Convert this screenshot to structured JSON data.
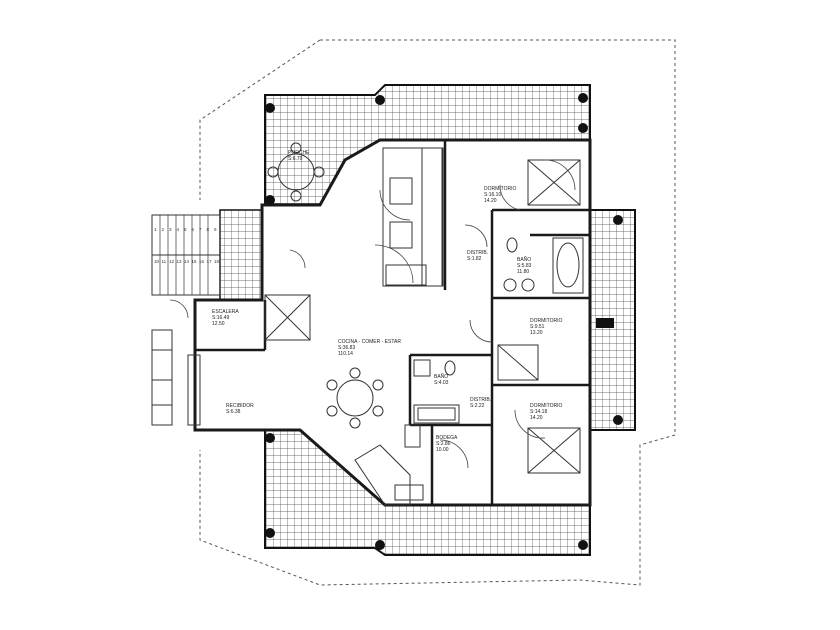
{
  "rooms": {
    "porche": {
      "name": "PORCHE",
      "area": "S:6.70"
    },
    "dormitorio1": {
      "name": "DORMITORIO",
      "area": "S:16.10",
      "perimeter": "14.20"
    },
    "distrib1": {
      "name": "DISTRIB.",
      "area": "S:1.82"
    },
    "bano1": {
      "name": "BAÑO",
      "area": "S:5.83",
      "perimeter": "11.80"
    },
    "escalera": {
      "name": "ESCALERA",
      "area": "S:16.49",
      "perimeter": "12.50"
    },
    "cocina": {
      "name": "COCINA - COMER - ESTAR",
      "area": "S:36.83",
      "perimeter": "110.14"
    },
    "dormitorio2": {
      "name": "DORMITORIO",
      "area": "S:9.51",
      "perimeter": "13.20"
    },
    "bano2": {
      "name": "BAÑO",
      "area": "S:4.03"
    },
    "distrib2": {
      "name": "DISTRIB.",
      "area": "S:2.22"
    },
    "recibidor": {
      "name": "RECIBIDOR",
      "area": "S:6.38"
    },
    "dormitorio3": {
      "name": "DORMITORIO",
      "area": "S:14.18",
      "perimeter": "14.20"
    },
    "bodega": {
      "name": "BODEGA",
      "area": "S:2.86",
      "perimeter": "10.00"
    }
  },
  "stair_numbers_top": [
    "1",
    "2",
    "3",
    "4",
    "5",
    "6",
    "7",
    "8",
    "9"
  ],
  "stair_numbers_bottom": [
    "10",
    "11",
    "12",
    "13",
    "14",
    "15",
    "16",
    "17",
    "18"
  ],
  "colors": {
    "background": "#ffffff",
    "ink": "#1a1a1a",
    "hatch": "#4a4a4a"
  }
}
